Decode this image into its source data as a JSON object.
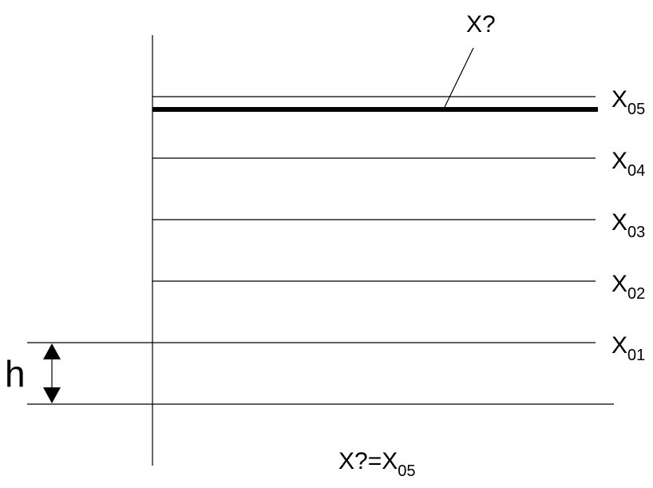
{
  "diagram": {
    "callout_label": "X?",
    "levels": [
      {
        "base": "X",
        "sub": "01"
      },
      {
        "base": "X",
        "sub": "02"
      },
      {
        "base": "X",
        "sub": "03"
      },
      {
        "base": "X",
        "sub": "04"
      },
      {
        "base": "X",
        "sub": "05"
      }
    ],
    "height_label": "h",
    "equation": {
      "lhs": "X?=X",
      "sub": "05"
    },
    "colors": {
      "line": "#000000",
      "background": "#ffffff"
    }
  }
}
